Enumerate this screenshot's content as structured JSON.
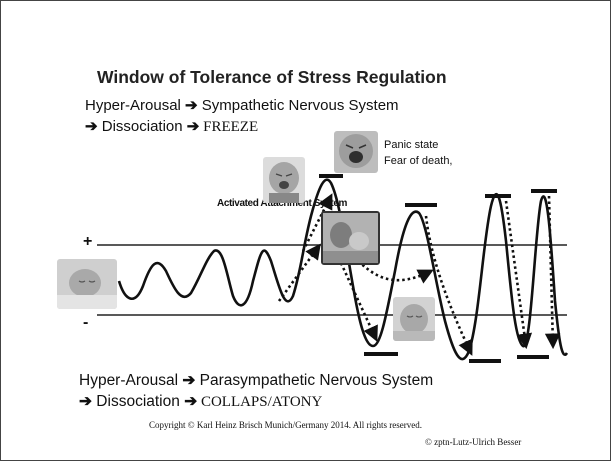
{
  "title": "Window of Tolerance of Stress Regulation",
  "hyper": {
    "line1_text": "Hyper-Arousal ",
    "line1_arrow": "➔",
    "line1_system": "  Sympathetic Nervous System",
    "line2_arrow1": "➔",
    "line2_text": " Dissociation ",
    "line2_arrow2": "➔",
    "line2_state": " FREEZE"
  },
  "hypo": {
    "line1_text": "Hyper-Arousal  ",
    "line1_arrow": "➔",
    "line1_system": "  Parasympathetic Nervous System",
    "line2_arrow1": "➔",
    "line2_text": " Dissociation ",
    "line2_arrow2": "➔",
    "line2_state": " COLLAPS/ATONY"
  },
  "labels": {
    "panic_line1": "Panic state",
    "panic_line2": "Fear of death,",
    "activated": "Activated Attachment System",
    "plus": "+",
    "minus": "-"
  },
  "copyright": "Copyright © Karl Heinz Brisch Munich/Germany 2014. All rights reserved.",
  "credit": "© zptn-Lutz-Ulrich Besser",
  "colors": {
    "ink": "#111111",
    "line": "#333333",
    "photo": "#9a9a9a"
  }
}
